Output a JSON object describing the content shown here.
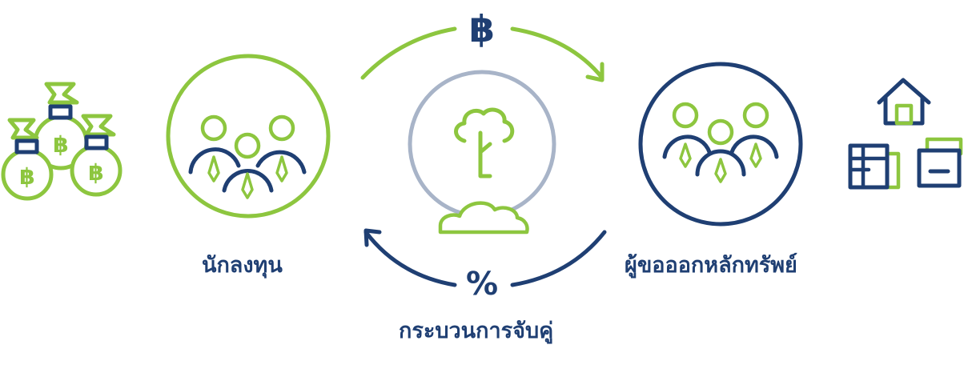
{
  "colors": {
    "green": "#8dc63f",
    "navy": "#1f3f73",
    "gray": "#a8b4c8",
    "white": "#ffffff"
  },
  "symbols": {
    "money_top": "฿",
    "percent_bottom": "%",
    "bag_symbol": "฿"
  },
  "labels": {
    "investor": "นักลงทุน",
    "issuer": "ผู้ขอออกหลักทรัพย์",
    "matching": "กระบวนการจับคู่"
  },
  "icons": {
    "left": "money-bags-icon",
    "investor": "investor-group-icon",
    "center": "growing-tree-icon",
    "issuer": "issuer-group-icon",
    "right": "assets-icon",
    "top_arrow": "money-flow-arrow-icon",
    "bottom_arrow": "return-flow-arrow-icon"
  }
}
